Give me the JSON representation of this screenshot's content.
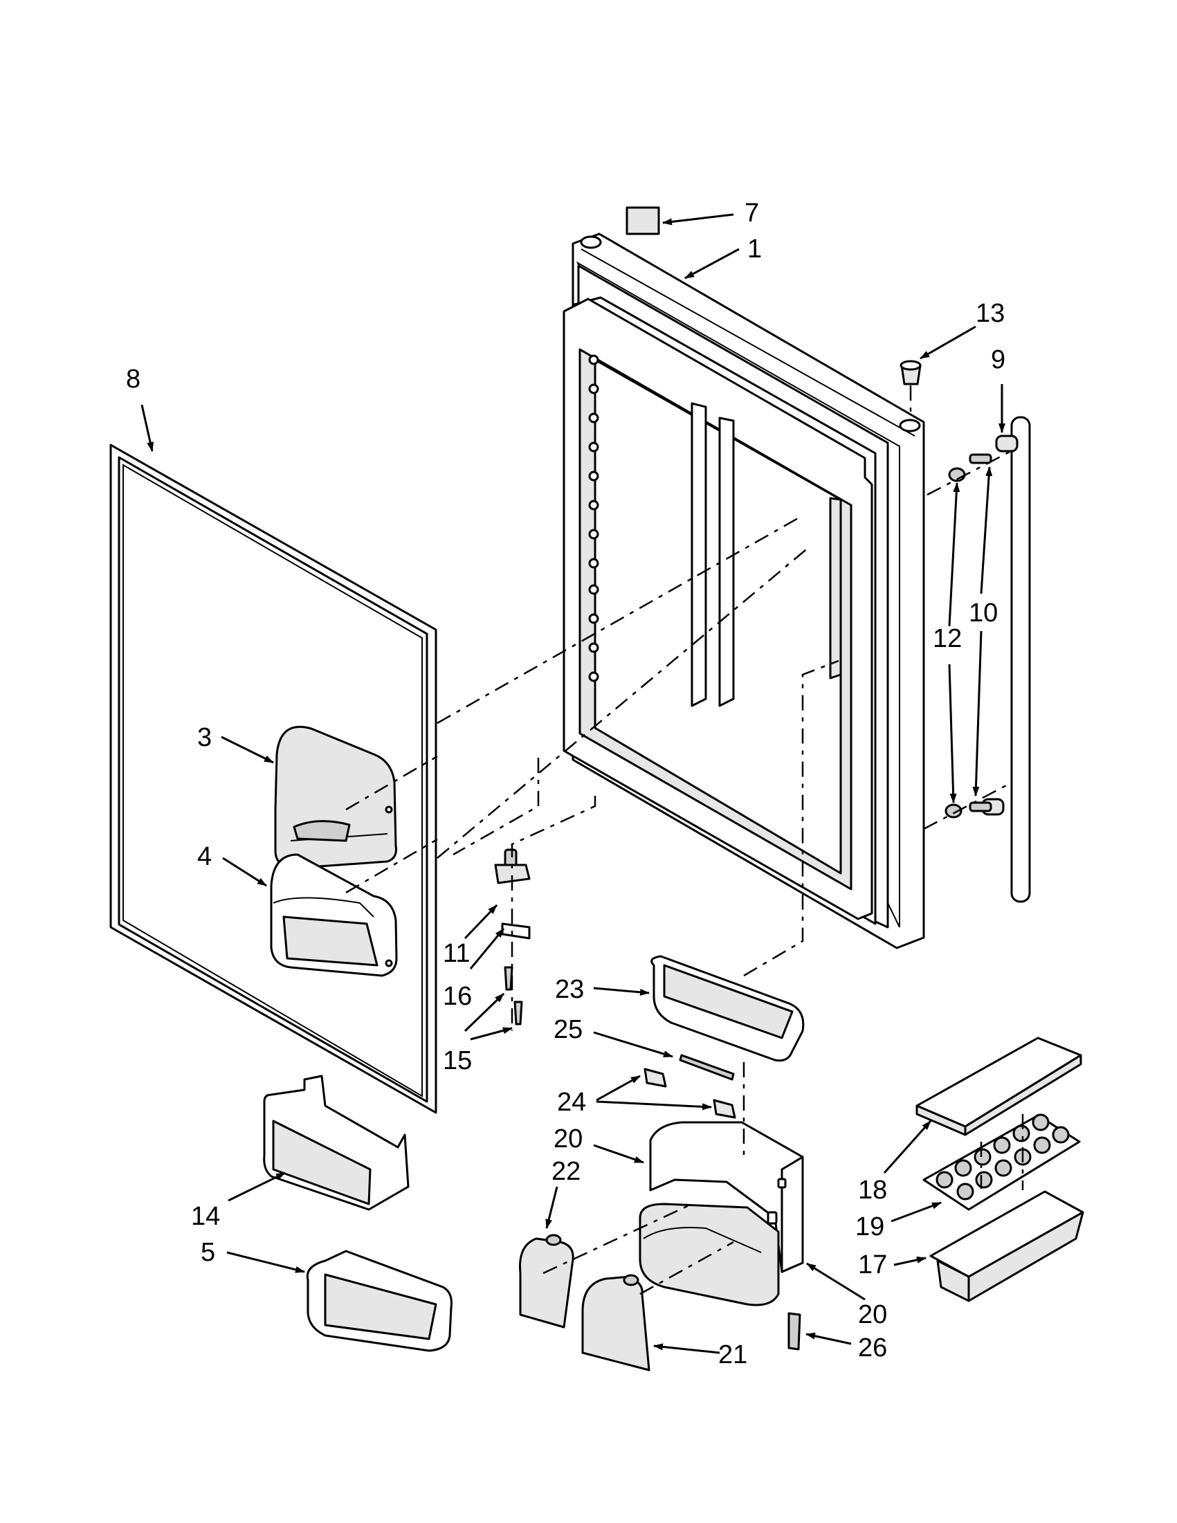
{
  "diagram": {
    "callouts": [
      {
        "id": "c7",
        "text": "7"
      },
      {
        "id": "c1",
        "text": "1"
      },
      {
        "id": "c13",
        "text": "13"
      },
      {
        "id": "c9",
        "text": "9"
      },
      {
        "id": "c8",
        "text": "8"
      },
      {
        "id": "c12",
        "text": "12"
      },
      {
        "id": "c10",
        "text": "10"
      },
      {
        "id": "c3",
        "text": "3"
      },
      {
        "id": "c4",
        "text": "4"
      },
      {
        "id": "c11",
        "text": "11"
      },
      {
        "id": "c16",
        "text": "16"
      },
      {
        "id": "c15",
        "text": "15"
      },
      {
        "id": "c23",
        "text": "23"
      },
      {
        "id": "c25",
        "text": "25"
      },
      {
        "id": "c24",
        "text": "24"
      },
      {
        "id": "c20a",
        "text": "20"
      },
      {
        "id": "c22",
        "text": "22"
      },
      {
        "id": "c14",
        "text": "14"
      },
      {
        "id": "c5",
        "text": "5"
      },
      {
        "id": "c18",
        "text": "18"
      },
      {
        "id": "c19",
        "text": "19"
      },
      {
        "id": "c17",
        "text": "17"
      },
      {
        "id": "c20b",
        "text": "20"
      },
      {
        "id": "c21",
        "text": "21"
      },
      {
        "id": "c26",
        "text": "26"
      }
    ]
  }
}
